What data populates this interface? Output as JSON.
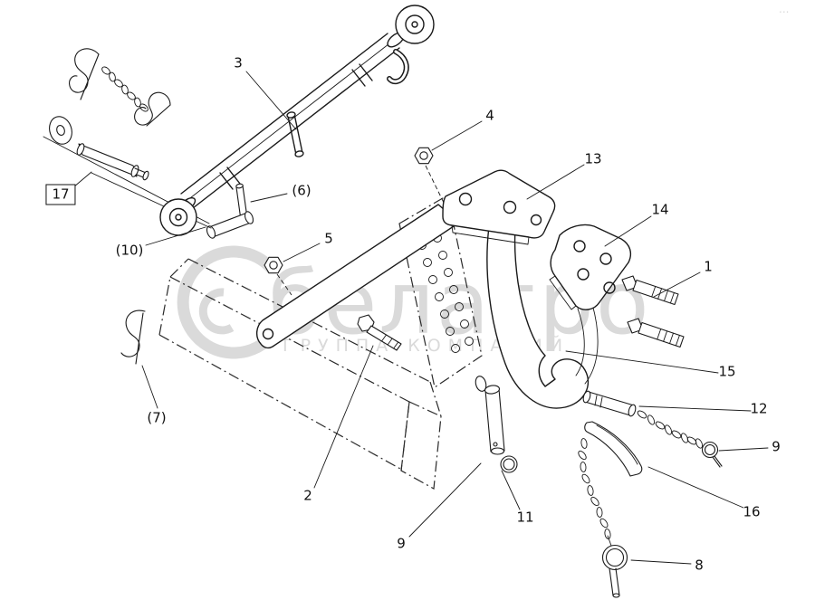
{
  "diagram": {
    "type": "exploded-parts-diagram",
    "background_color": "#ffffff",
    "line_color": "#1a1a1a",
    "watermark": {
      "brand": "белагро",
      "subtitle": "ГРУППА КОМПАНИЙ",
      "corner_mark": "...",
      "color": "#dadada"
    },
    "callouts": [
      {
        "id": "callout-3",
        "label": "3"
      },
      {
        "id": "callout-4",
        "label": "4"
      },
      {
        "id": "callout-13",
        "label": "13"
      },
      {
        "id": "callout-14",
        "label": "14"
      },
      {
        "id": "callout-1",
        "label": "1"
      },
      {
        "id": "callout-6",
        "label": "(6)"
      },
      {
        "id": "callout-5",
        "label": "5"
      },
      {
        "id": "callout-10",
        "label": "(10)"
      },
      {
        "id": "callout-17",
        "label": "17",
        "boxed": true
      },
      {
        "id": "callout-7",
        "label": "(7)"
      },
      {
        "id": "callout-2",
        "label": "2"
      },
      {
        "id": "callout-9-left",
        "label": "9"
      },
      {
        "id": "callout-11",
        "label": "11"
      },
      {
        "id": "callout-15",
        "label": "15"
      },
      {
        "id": "callout-12",
        "label": "12"
      },
      {
        "id": "callout-9-right",
        "label": "9"
      },
      {
        "id": "callout-16",
        "label": "16"
      },
      {
        "id": "callout-8",
        "label": "8"
      }
    ]
  }
}
